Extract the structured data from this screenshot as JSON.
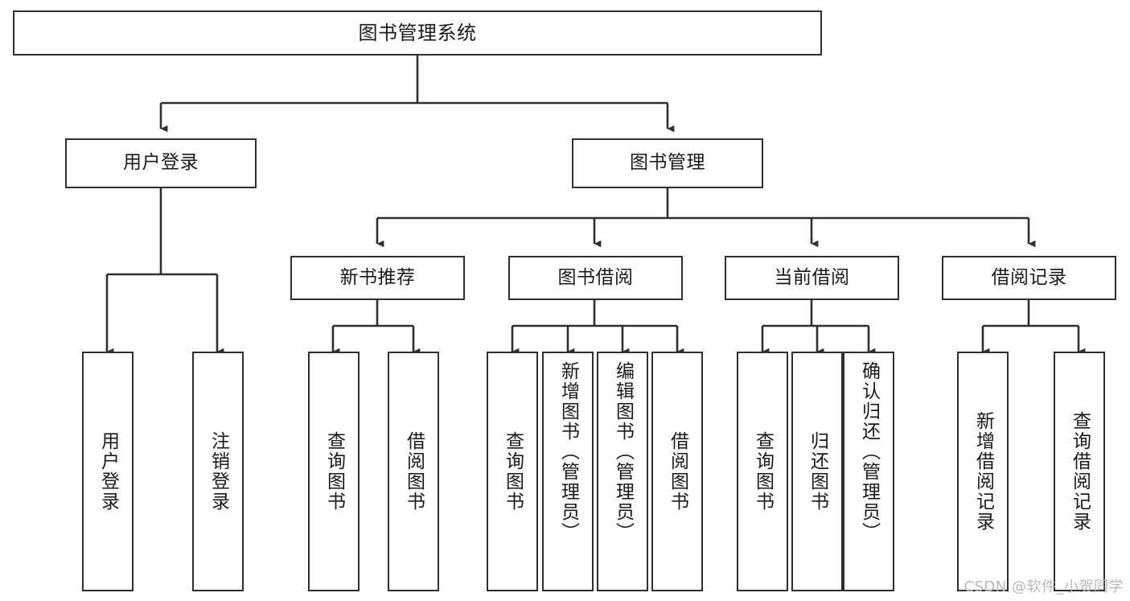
{
  "diagram": {
    "title": "图书管理系统",
    "type": "tree-hierarchy",
    "orientation": "top-down",
    "colors": {
      "box_border": "#2f2f2f",
      "box_fill": "#ffffff",
      "connector": "#2f2f2f",
      "background": "#ffffff",
      "watermark": "#b9b9b9"
    },
    "root": {
      "label": "图书管理系统"
    },
    "level2": [
      {
        "label": "用户登录"
      },
      {
        "label": "图书管理"
      }
    ],
    "level3": [
      {
        "label": "新书推荐"
      },
      {
        "label": "图书借阅"
      },
      {
        "label": "当前借阅"
      },
      {
        "label": "借阅记录"
      }
    ],
    "leaves": {
      "user_login": [
        {
          "label": "用户登录"
        },
        {
          "label": "注销登录"
        }
      ],
      "new_book_recommend": [
        {
          "label": "查询图书"
        },
        {
          "label": "借阅图书"
        }
      ],
      "book_borrow": [
        {
          "label": "查询图书"
        },
        {
          "label": "新增图书（管理员）"
        },
        {
          "label": "编辑图书（管理员）"
        },
        {
          "label": "借阅图书"
        }
      ],
      "current_borrow": [
        {
          "label": "查询图书"
        },
        {
          "label": "归还图书"
        },
        {
          "label": "确认归还（管理员）"
        }
      ],
      "borrow_record": [
        {
          "label": "新增借阅记录"
        },
        {
          "label": "查询借阅记录"
        }
      ]
    }
  },
  "watermark": {
    "text": "CSDN @软件_小贺同学"
  }
}
